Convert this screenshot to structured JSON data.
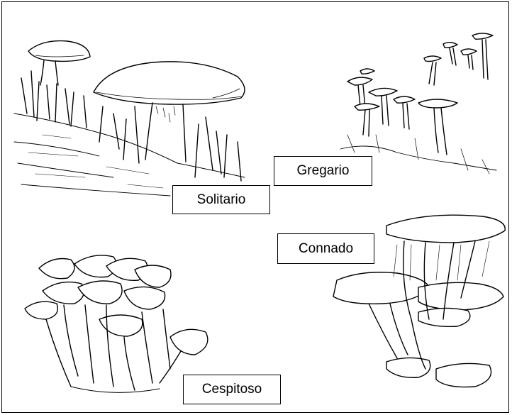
{
  "labels": {
    "solitario": "Solitario",
    "gregario": "Gregario",
    "connado": "Connado",
    "cespitoso": "Cespitoso"
  },
  "colors": {
    "ink": "#000000",
    "background": "#ffffff"
  }
}
